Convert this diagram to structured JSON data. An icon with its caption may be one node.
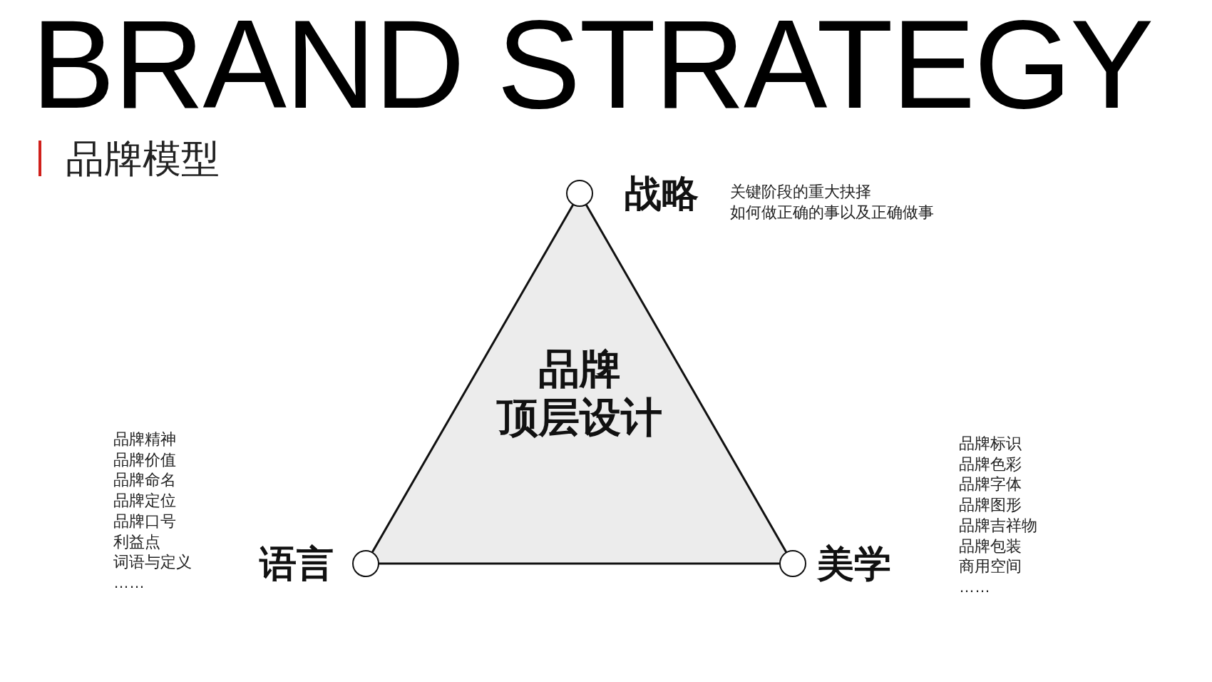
{
  "diagram": {
    "title": "BRAND STRATEGY",
    "nodes": [
      {
        "text": [
          "品牌",
          "顶层设计"
        ]
      },
      {
        "text": [],
        "shape": "circle"
      },
      {
        "text": [],
        "shape": "circle"
      },
      {
        "text": [],
        "shape": "circle"
      }
    ],
    "labels": [
      "品牌模型",
      "战略",
      "关键阶段的重大抉择",
      "如何做正确的事以及正确做事",
      "品牌精神",
      "品牌价值",
      "品牌命名",
      "品牌定位",
      "品牌口号",
      "利益点",
      "词语与定义",
      "……",
      "语言",
      "美学",
      "品牌标识",
      "品牌色彩",
      "品牌字体",
      "品牌图形",
      "品牌吉祥物",
      "品牌包装",
      "商用空间",
      "……"
    ]
  }
}
